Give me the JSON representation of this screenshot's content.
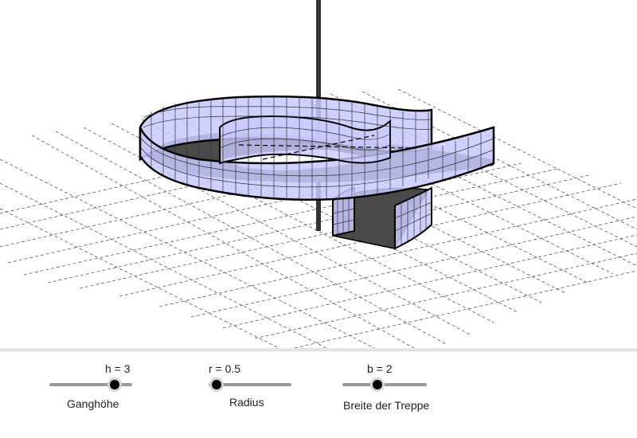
{
  "sliders": [
    {
      "value_text": "h = 3",
      "label": "Ganghöhe",
      "level": 0.82
    },
    {
      "value_text": "r = 0.5",
      "label": "Radius",
      "level": 0.05
    },
    {
      "value_text": "b = 2",
      "label": "Breite der Treppe",
      "level": 0.4
    }
  ],
  "colors": {
    "surface_fill": "#c9c9ff",
    "edge": "#000000",
    "floor": "#4a4a4a",
    "axis": "#333333",
    "grid": "#555555"
  }
}
